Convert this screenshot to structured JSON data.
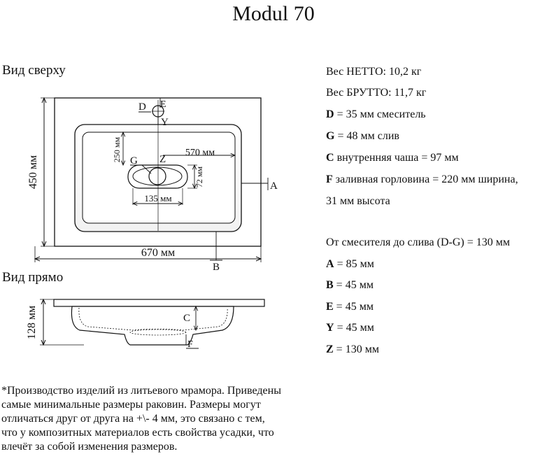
{
  "title": "Modul  70",
  "views": {
    "top": "Вид сверху",
    "front": "Вид прямо"
  },
  "dimensions": {
    "height_450": "450 мм",
    "width_670": "670 мм",
    "inner_570": "570 мм",
    "depth_250": "250 мм",
    "drain_135": "135 мм",
    "drain_72": "72 мм",
    "front_128": "128 мм"
  },
  "markers": {
    "D": "D",
    "E": "E",
    "Y": "Y",
    "G": "G",
    "Z": "Z",
    "A": "A",
    "B": "B",
    "C": "C",
    "F": "F"
  },
  "specs": [
    {
      "key": "",
      "text": "Вес НЕТТО: 10,2 кг"
    },
    {
      "key": "",
      "text": "Вес БРУТТО: 11,7 кг"
    },
    {
      "key": "D",
      "text": " = 35 мм смеситель"
    },
    {
      "key": "G",
      "text": " = 48 мм слив"
    },
    {
      "key": "C",
      "text": " внутренняя чаша = 97 мм"
    },
    {
      "key": "F",
      "text": " заливная горловина = 220 мм ширина,"
    },
    {
      "key": "",
      "text": "31 мм высота"
    },
    {
      "key": "",
      "text": "От смесителя до слива (D-G) = 130 мм"
    },
    {
      "key": "A",
      "text": " = 85 мм"
    },
    {
      "key": "B",
      "text": " = 45 мм"
    },
    {
      "key": "E",
      "text": " = 45 мм"
    },
    {
      "key": "Y",
      "text": " = 45 мм"
    },
    {
      "key": "Z",
      "text": " = 130 мм"
    }
  ],
  "note": [
    "*Производство изделий из литьевого мрамора. Приведены",
    "самые минимальные размеры раковин. Размеры могут",
    "отличаться друг от друга на +\\- 4 мм, это связано с тем,",
    "что у композитных материалов есть свойства усадки, что",
    "влечёт за собой изменения размеров."
  ]
}
